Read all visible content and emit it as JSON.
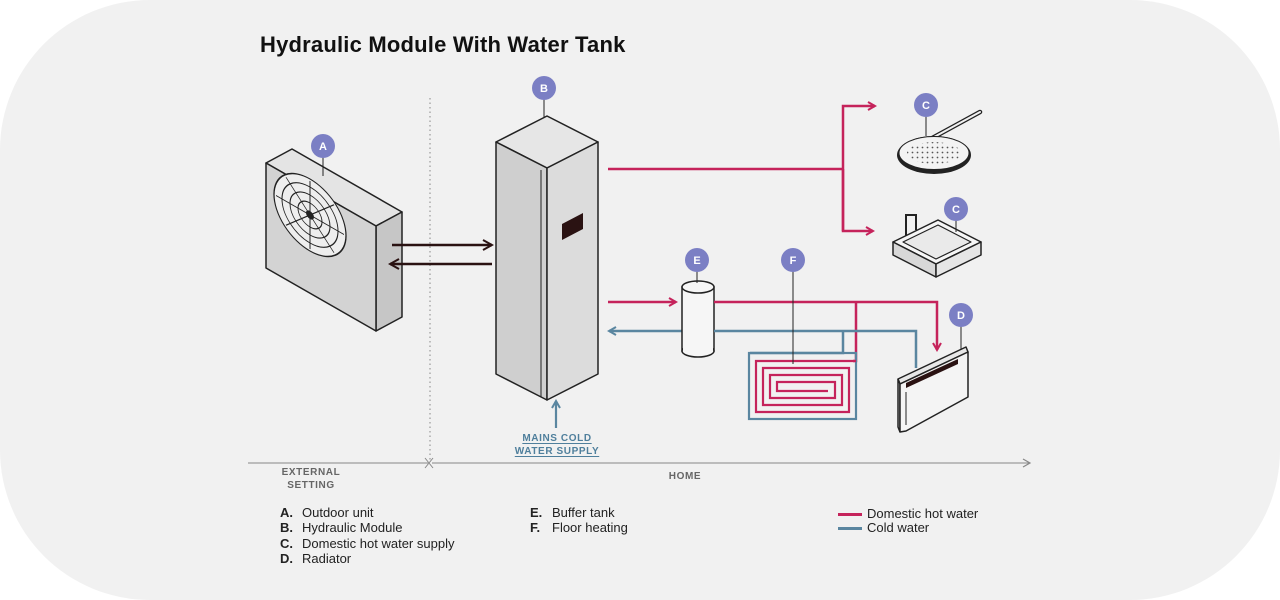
{
  "title": "Hydraulic Module With Water Tank",
  "zones": {
    "external": "EXTERNAL\nSETTING",
    "home": "HOME"
  },
  "mains_label": {
    "line1": "MAINS COLD",
    "line2": "WATER SUPPLY"
  },
  "badges": {
    "a": "A",
    "b": "B",
    "c1": "C",
    "c2": "C",
    "d": "D",
    "e": "E",
    "f": "F"
  },
  "legend_left": [
    {
      "key": "A.",
      "label": "Outdoor unit"
    },
    {
      "key": "B.",
      "label": "Hydraulic Module"
    },
    {
      "key": "C.",
      "label": "Domestic hot water supply"
    },
    {
      "key": "D.",
      "label": "Radiator"
    }
  ],
  "legend_mid": [
    {
      "key": "E.",
      "label": "Buffer tank"
    },
    {
      "key": "F.",
      "label": "Floor heating"
    }
  ],
  "line_legend": [
    {
      "label": "Domestic hot water",
      "color": "#c5235b"
    },
    {
      "label": "Cold water",
      "color": "#5a86a0"
    }
  ],
  "colors": {
    "hot": "#c5235b",
    "cold": "#5a86a0",
    "badge": "#7b7fc4",
    "outline": "#222222"
  }
}
